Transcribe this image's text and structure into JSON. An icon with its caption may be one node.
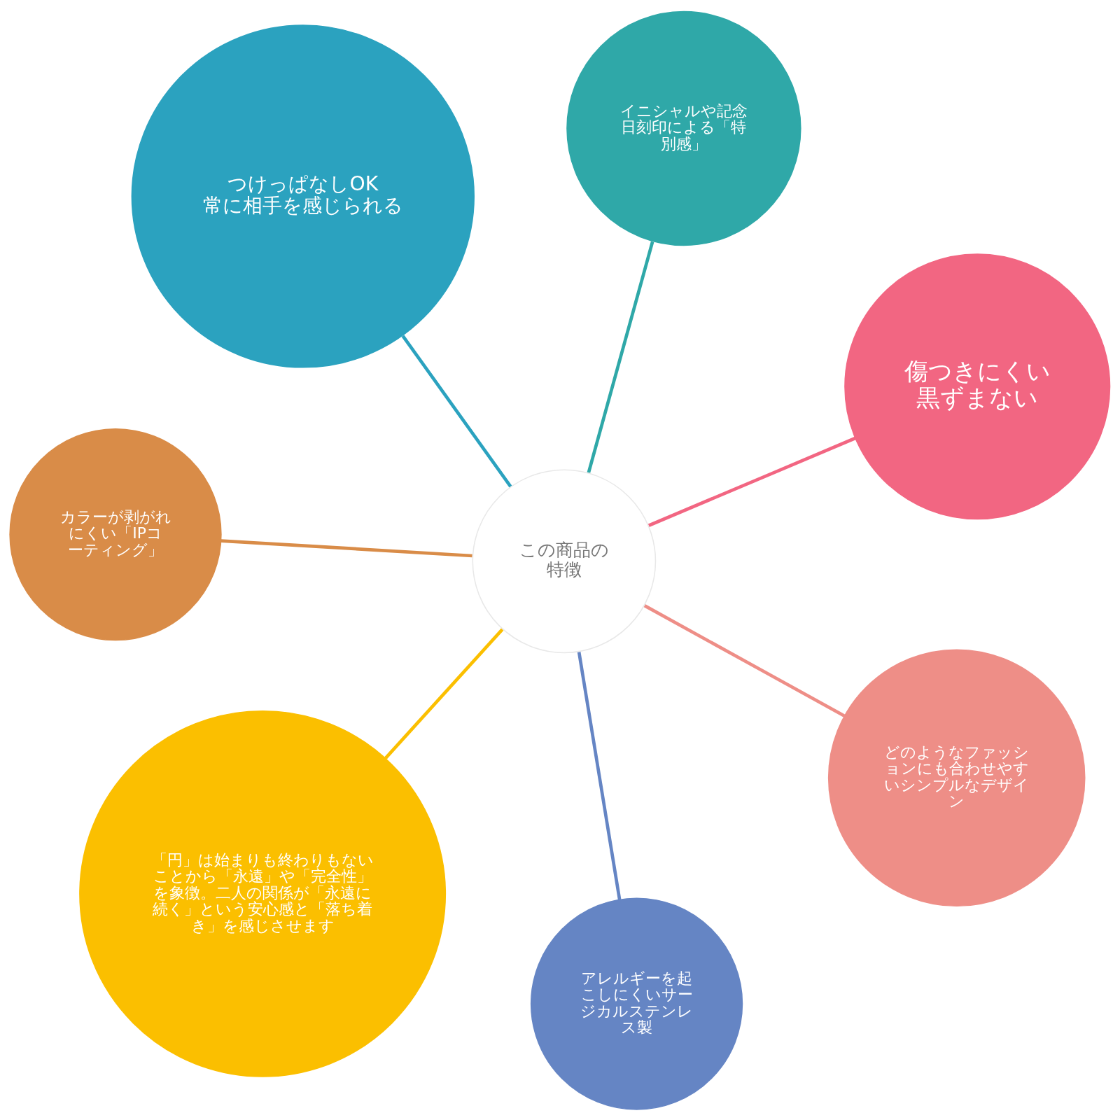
{
  "diagram": {
    "nodes": [
      {
        "text": [
          "カラーが剥がれにくい「IPコーティング」"
        ]
      },
      {
        "text": [
          "傷つきにくい",
          "黒ずまない"
        ]
      },
      {
        "text": [
          "アレルギーを起こしにくいサージカルステンレス製"
        ]
      },
      {
        "text": [
          "イニシャルや記念日刻印による「特別感」"
        ]
      },
      {
        "text": [
          "この商品の",
          "特徴"
        ]
      },
      {
        "text": [
          "つけっぱなしOK",
          "常に相手を感じられる"
        ]
      },
      {
        "text": [
          "「円」は始まりも終わりもないことから「永遠」や「完全性」を象徴。二人の関係が「永遠に続く」という安心感と「落ち着き」を感じさせます"
        ]
      },
      {
        "text": [
          "どのようなファッションにも合わせやすいシンプルなデザイン"
        ]
      }
    ],
    "edges": [
      {
        "from": 4,
        "to": 0,
        "arrow": "none",
        "color": "#d98c48"
      },
      {
        "from": 4,
        "to": 1,
        "arrow": "none",
        "color": "#f26682"
      },
      {
        "from": 4,
        "to": 2,
        "arrow": "none",
        "color": "#6585c4"
      },
      {
        "from": 4,
        "to": 3,
        "arrow": "none",
        "color": "#2fa8a8"
      },
      {
        "from": 4,
        "to": 5,
        "arrow": "none",
        "color": "#2ba2bf"
      },
      {
        "from": 4,
        "to": 6,
        "arrow": "none",
        "color": "#fbbf00"
      },
      {
        "from": 4,
        "to": 7,
        "arrow": "none",
        "color": "#ee8e87"
      }
    ]
  }
}
